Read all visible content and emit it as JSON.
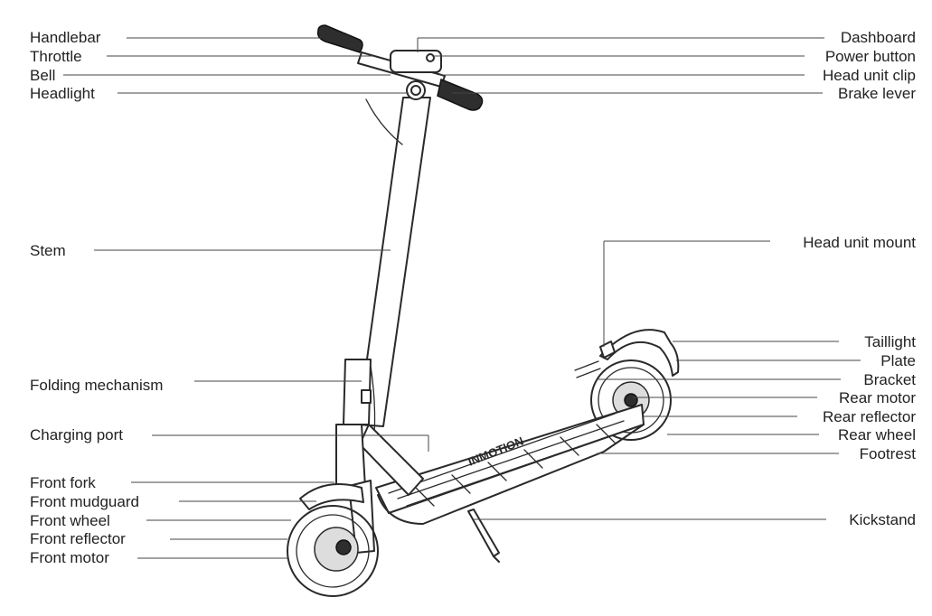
{
  "diagram": {
    "left_labels": [
      "Handlebar",
      "Throttle",
      "Bell",
      "Headlight",
      "Stem",
      "Folding mechanism",
      "Charging port",
      "Front fork",
      "Front mudguard",
      "Front wheel",
      "Front reflector",
      "Front motor"
    ],
    "right_labels": [
      "Dashboard",
      "Power button",
      "Head unit clip",
      "Brake lever",
      "Head unit mount",
      "Taillight",
      "Plate",
      "Bracket",
      "Rear motor",
      "Rear reflector",
      "Rear wheel",
      "Footrest",
      "Kickstand"
    ],
    "brand_text": "INMOTION"
  }
}
